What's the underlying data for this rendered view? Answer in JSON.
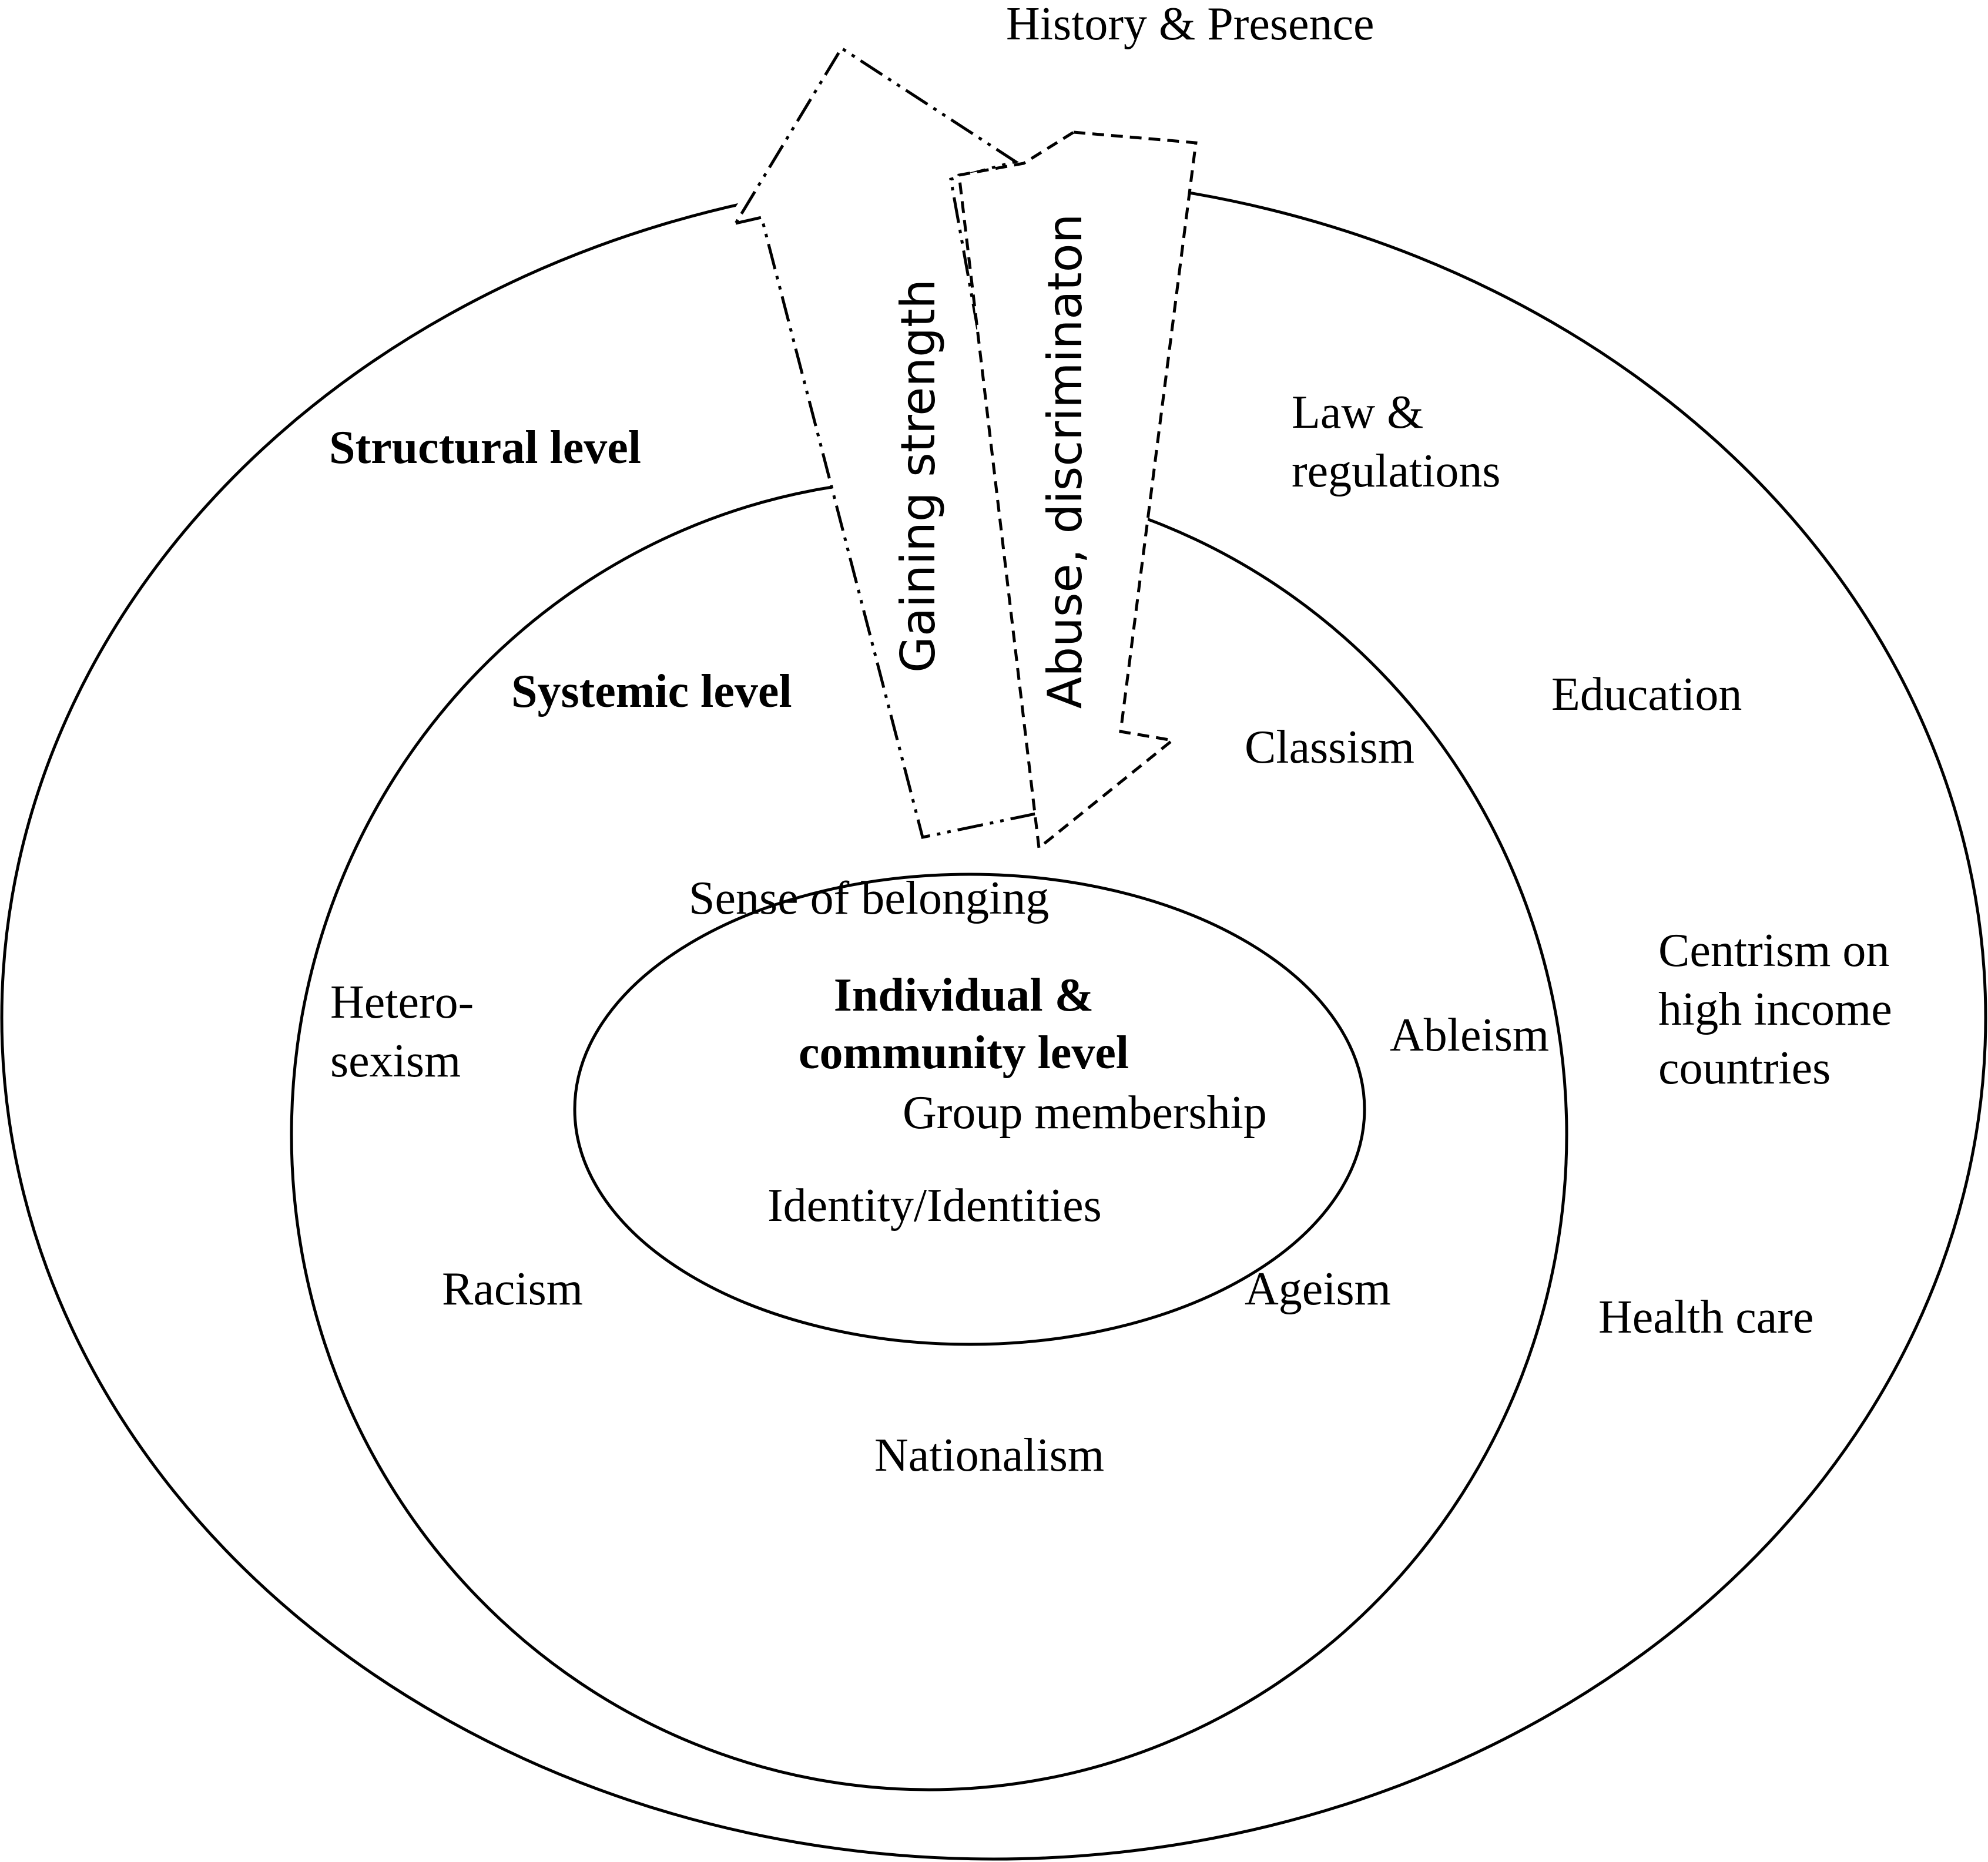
{
  "title": "History & Presence",
  "levels": {
    "structural": "Structural level",
    "systemic": "Systemic level",
    "individual_line1": "Individual &",
    "individual_line2": "community level"
  },
  "arrows": {
    "up_label": "Gaining strength",
    "down_label": "Abuse, discriminaton"
  },
  "structural_items": {
    "law_line1": "Law &",
    "law_line2": "regulations",
    "education": "Education",
    "centrism_line1": "Centrism on",
    "centrism_line2": "high income",
    "centrism_line3": "countries",
    "health_care": "Health care"
  },
  "systemic_items": {
    "classism": "Classism",
    "ableism": "Ableism",
    "ageism": "Ageism",
    "nationalism": "Nationalism",
    "racism": "Racism",
    "heterosexism_line1": "Hetero-",
    "heterosexism_line2": "sexism"
  },
  "individual_items": {
    "belonging": "Sense of belonging",
    "group": "Group membership",
    "identity": "Identity/Identities"
  }
}
